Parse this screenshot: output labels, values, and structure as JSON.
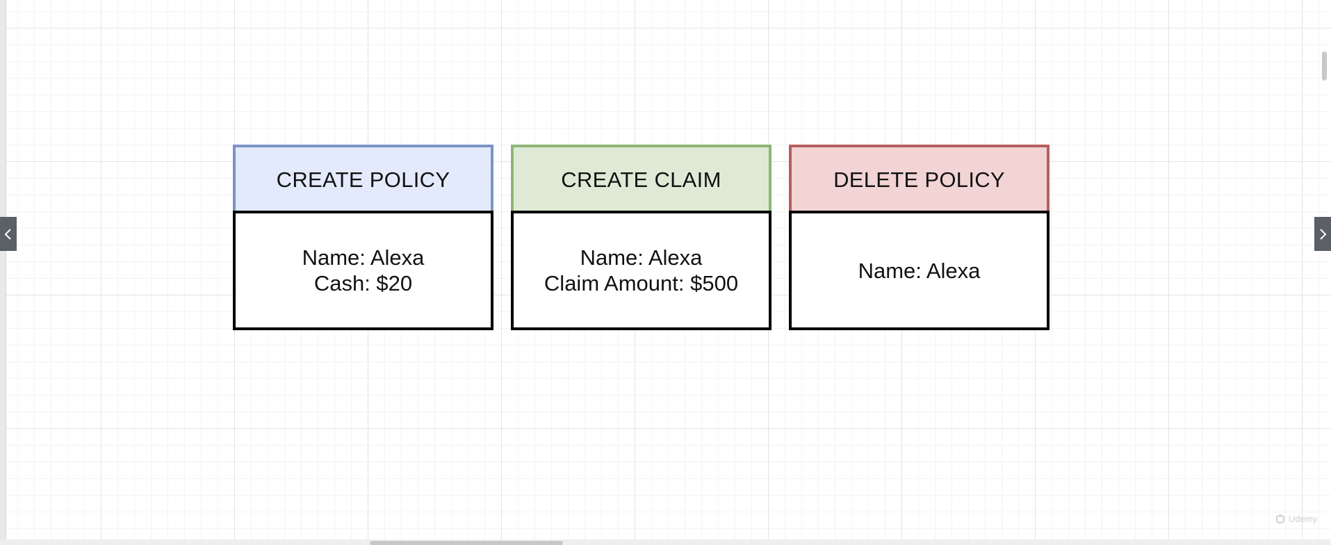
{
  "cards": [
    {
      "title": "CREATE POLICY",
      "lines": [
        "Name: Alexa",
        "Cash: $20"
      ],
      "header_fill": "#e3eafb",
      "header_border": "#7d93c5"
    },
    {
      "title": "CREATE CLAIM",
      "lines": [
        "Name: Alexa",
        "Claim Amount: $500"
      ],
      "header_fill": "#dfead6",
      "header_border": "#8fb575"
    },
    {
      "title": "DELETE POLICY",
      "lines": [
        "Name: Alexa"
      ],
      "header_fill": "#f2d4d4",
      "header_border": "#b45f5f"
    }
  ],
  "nav": {
    "prev_icon": "chevron-left-icon",
    "next_icon": "chevron-right-icon"
  },
  "watermark": {
    "text": "Udemy",
    "icon": "udemy-logo-icon"
  }
}
